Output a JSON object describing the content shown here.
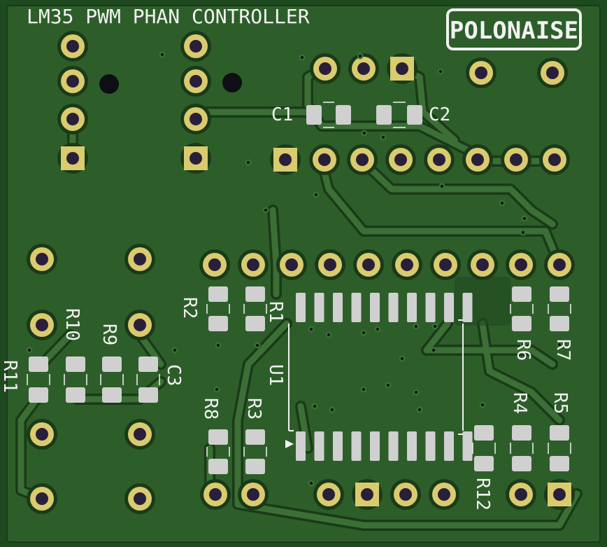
{
  "board": {
    "title": "LM35 PWM PHAN CONTROLLER",
    "logo": "POLONAISE",
    "colors": {
      "substrate": "#1f4a1f",
      "copper_pour": "#2d5e2a",
      "trace": "#3b6f35",
      "trace_edge": "#1a3a18",
      "pad": "#d9cb6e",
      "smd_pad": "#d0d0d0",
      "hole": "#2a1f3a",
      "silkscreen": "#f2f2f2"
    }
  },
  "designators": {
    "c1": "C1",
    "c2": "C2",
    "c3": "C3",
    "r1": "R1",
    "r2": "R2",
    "r3": "R3",
    "r4": "R4",
    "r5": "R5",
    "r6": "R6",
    "r7": "R7",
    "r8": "R8",
    "r9": "R9",
    "r10": "R10",
    "r11": "R11",
    "r12": "R12",
    "u1": "U1"
  }
}
